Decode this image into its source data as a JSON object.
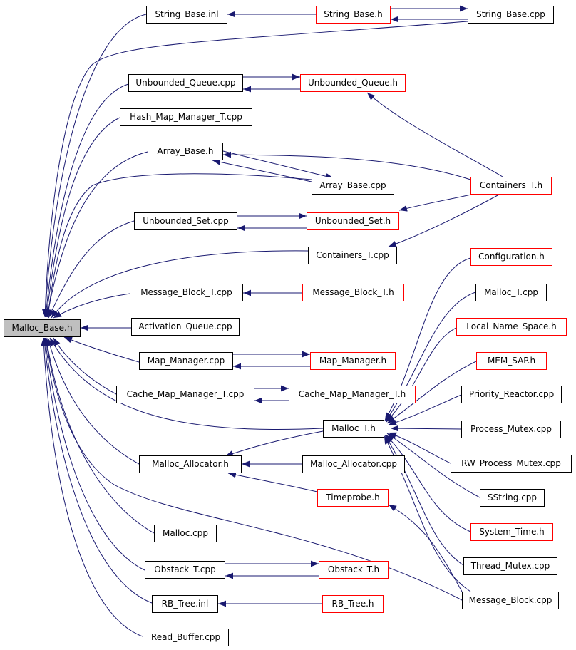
{
  "diagram": {
    "edge_color": "#191970",
    "root": "Malloc_Base.h",
    "nodes": {
      "malloc_base_h": "Malloc_Base.h",
      "string_base_inl": "String_Base.inl",
      "string_base_h": "String_Base.h",
      "string_base_cpp": "String_Base.cpp",
      "unbounded_queue_cpp": "Unbounded_Queue.cpp",
      "unbounded_queue_h": "Unbounded_Queue.h",
      "hash_map_manager_t_cpp": "Hash_Map_Manager_T.cpp",
      "array_base_h": "Array_Base.h",
      "array_base_cpp": "Array_Base.cpp",
      "containers_t_h": "Containers_T.h",
      "unbounded_set_cpp": "Unbounded_Set.cpp",
      "unbounded_set_h": "Unbounded_Set.h",
      "containers_t_cpp": "Containers_T.cpp",
      "configuration_h": "Configuration.h",
      "message_block_t_cpp": "Message_Block_T.cpp",
      "message_block_t_h": "Message_Block_T.h",
      "malloc_t_cpp": "Malloc_T.cpp",
      "activation_queue_cpp": "Activation_Queue.cpp",
      "local_name_space_h": "Local_Name_Space.h",
      "map_manager_cpp": "Map_Manager.cpp",
      "map_manager_h": "Map_Manager.h",
      "mem_sap_h": "MEM_SAP.h",
      "cache_map_manager_t_cpp": "Cache_Map_Manager_T.cpp",
      "cache_map_manager_t_h": "Cache_Map_Manager_T.h",
      "priority_reactor_cpp": "Priority_Reactor.cpp",
      "malloc_t_h": "Malloc_T.h",
      "process_mutex_cpp": "Process_Mutex.cpp",
      "malloc_allocator_h": "Malloc_Allocator.h",
      "malloc_allocator_cpp": "Malloc_Allocator.cpp",
      "rw_process_mutex_cpp": "RW_Process_Mutex.cpp",
      "timeprobe_h": "Timeprobe.h",
      "sstring_cpp": "SString.cpp",
      "malloc_cpp": "Malloc.cpp",
      "system_time_h": "System_Time.h",
      "thread_mutex_cpp": "Thread_Mutex.cpp",
      "obstack_t_cpp": "Obstack_T.cpp",
      "obstack_t_h": "Obstack_T.h",
      "message_block_cpp": "Message_Block.cpp",
      "rb_tree_inl": "RB_Tree.inl",
      "rb_tree_h": "RB_Tree.h",
      "read_buffer_cpp": "Read_Buffer.cpp"
    }
  }
}
